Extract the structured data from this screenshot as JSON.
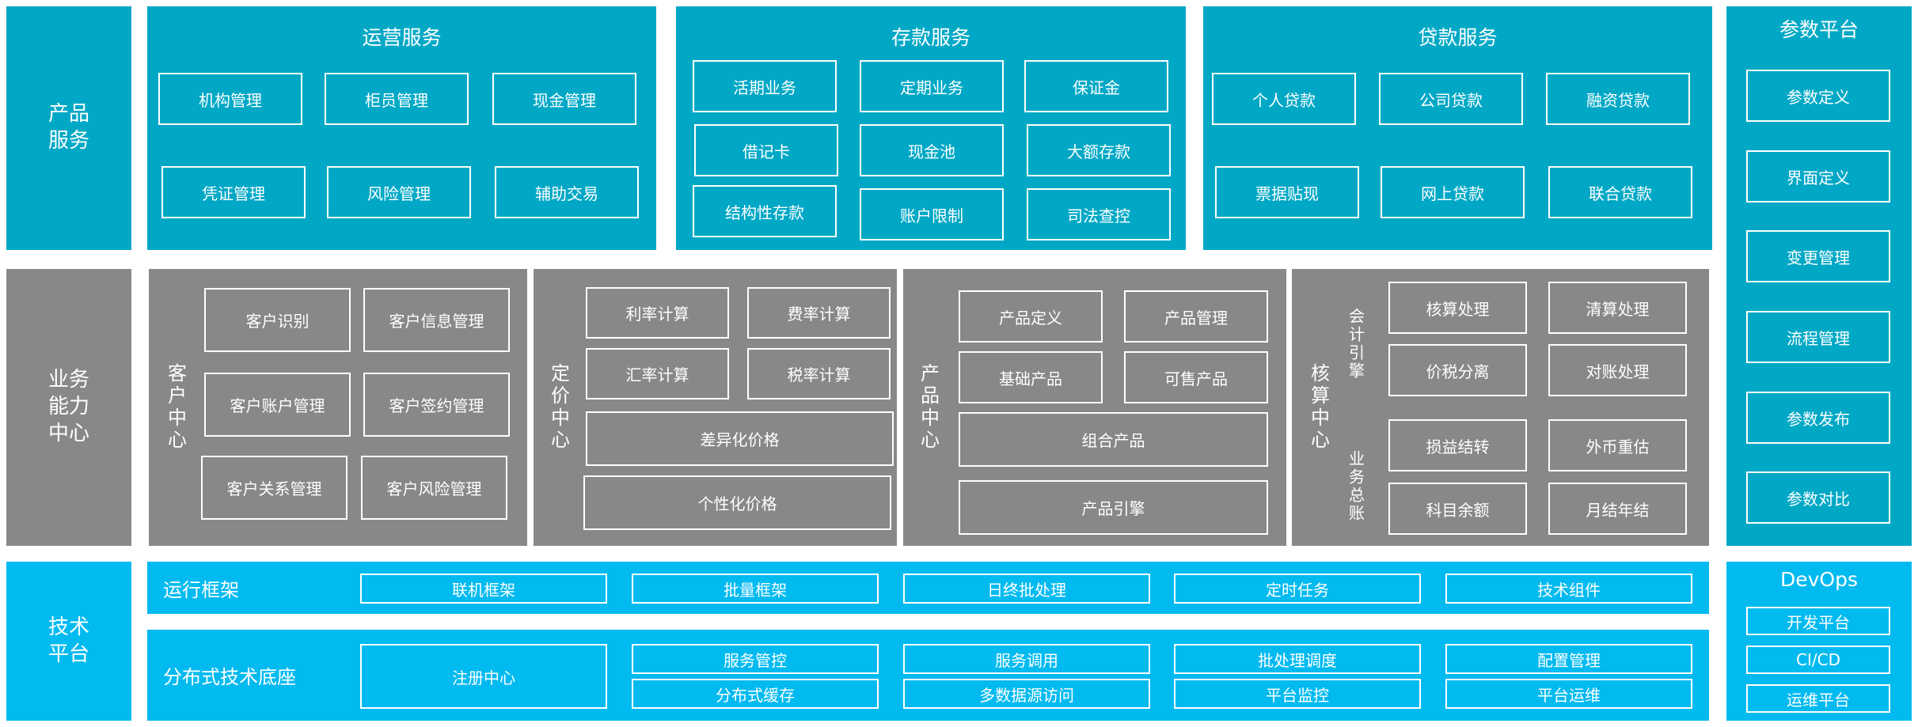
{
  "rows": {
    "product": "产品\n服务",
    "capability": "业务\n能力\n中心",
    "tech": "技术\n平台"
  },
  "product": {
    "ops": {
      "title": "运营服务",
      "items": [
        "机构管理",
        "柜员管理",
        "现金管理",
        "凭证管理",
        "风险管理",
        "辅助交易"
      ]
    },
    "deposit": {
      "title": "存款服务",
      "items": [
        "活期业务",
        "定期业务",
        "保证金",
        "借记卡",
        "现金池",
        "大额存款",
        "结构性存款",
        "账户限制",
        "司法查控"
      ]
    },
    "loan": {
      "title": "贷款服务",
      "items": [
        "个人贷款",
        "公司贷款",
        "融资贷款",
        "票据贴现",
        "网上贷款",
        "联合贷款"
      ]
    }
  },
  "capability": {
    "customer": {
      "label": "客户中心",
      "items": [
        "客户识别",
        "客户信息管理",
        "客户账户管理",
        "客户签约管理",
        "客户关系管理",
        "客户风险管理"
      ]
    },
    "pricing": {
      "label": "定价中心",
      "items": [
        "利率计算",
        "费率计算",
        "汇率计算",
        "税率计算",
        "差异化价格",
        "个性化价格"
      ]
    },
    "productc": {
      "label": "产品中心",
      "items": [
        "产品定义",
        "产品管理",
        "基础产品",
        "可售产品",
        "组合产品",
        "产品引擎"
      ]
    },
    "accounting": {
      "label": "核算中心",
      "sub1": "会计引擎",
      "sub2": "业务总账",
      "items": [
        "核算处理",
        "清算处理",
        "价税分离",
        "对账处理",
        "损益结转",
        "外币重估",
        "科目余额",
        "月结年结"
      ]
    }
  },
  "params": {
    "title": "参数平台",
    "items": [
      "参数定义",
      "界面定义",
      "变更管理",
      "流程管理",
      "参数发布",
      "参数对比"
    ]
  },
  "tech": {
    "runtime": {
      "title": "运行框架",
      "items": [
        "联机框架",
        "批量框架",
        "日终批处理",
        "定时任务",
        "技术组件"
      ]
    },
    "distributed": {
      "title": "分布式技术底座",
      "registry": "注册中心",
      "items": [
        "服务管控",
        "服务调用",
        "批处理调度",
        "配置管理",
        "分布式缓存",
        "多数据源访问",
        "平台监控",
        "平台运维"
      ]
    }
  },
  "devops": {
    "title": "DevOps",
    "items": [
      "开发平台",
      "CI/CD",
      "运维平台"
    ]
  },
  "colors": {
    "product": "#00A8C6",
    "capability": "#888888",
    "tech": "#00BAF0"
  }
}
